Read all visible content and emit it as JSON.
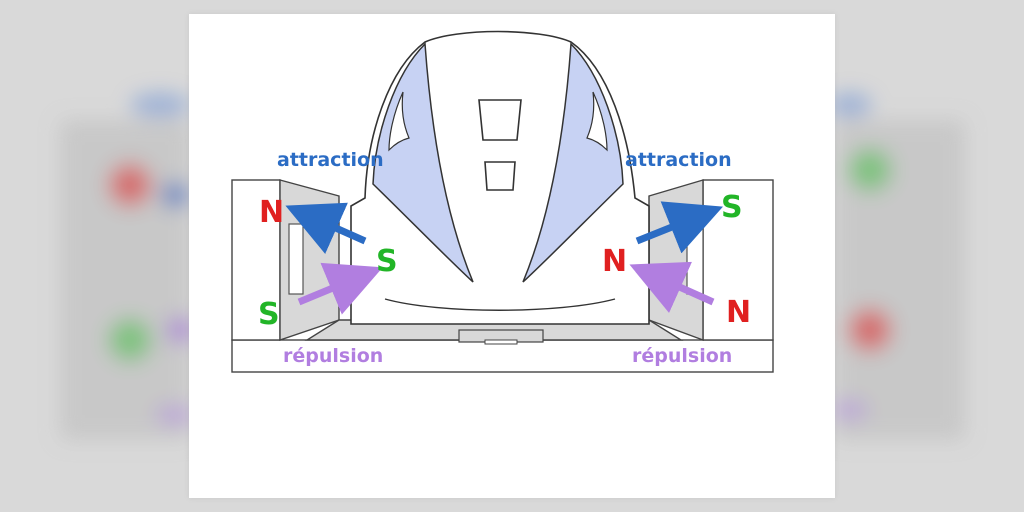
{
  "labels": {
    "attraction_left": "attraction",
    "attraction_right": "attraction",
    "repulsion_left": "répulsion",
    "repulsion_right": "répulsion"
  },
  "poles": {
    "guide_left_top": "N",
    "guide_left_bottom": "S",
    "train_left": "S",
    "guide_right_top": "S",
    "train_right": "N",
    "guide_right_bottom": "N"
  },
  "colors": {
    "attraction": "#2b6cc4",
    "repulsion": "#b17ee0",
    "north": "#e02020",
    "south": "#22b527",
    "window_accent": "#c7d2f3",
    "guideway": "#d8d8d8"
  }
}
